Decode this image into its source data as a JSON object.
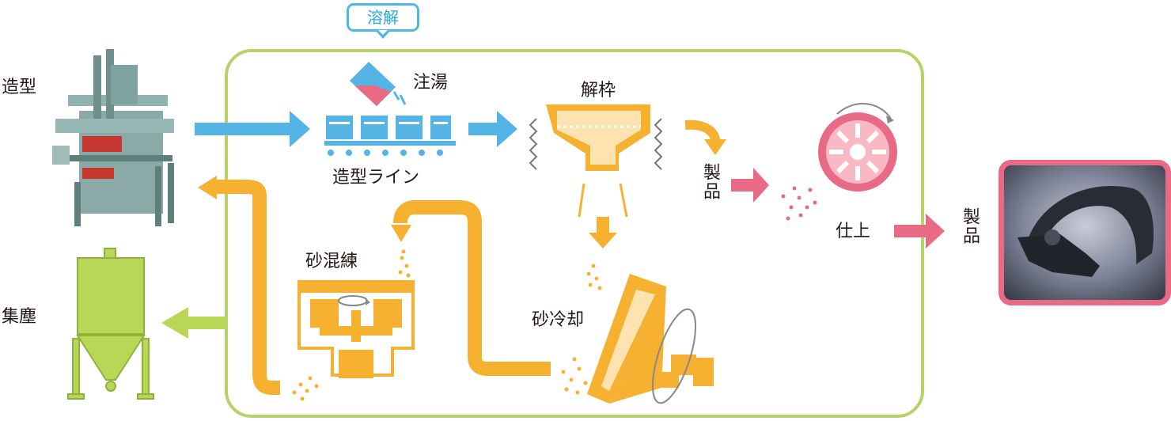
{
  "bubble": {
    "label": "溶解"
  },
  "labels": {
    "zokei": "造型",
    "shujin": "集塵",
    "chuto": "注湯",
    "zokei_line": "造型ライン",
    "kaiwaku": "解枠",
    "seihin_mid": "製品",
    "shiage": "仕上",
    "seihin_end": "製品",
    "suna_konren": "砂混練",
    "suna_reikyaku": "砂冷却"
  },
  "colors": {
    "blue": "#55b4e6",
    "orange": "#f6b130",
    "light_orange": "#fde3b0",
    "green_frame": "#b6d36a",
    "green_fill": "#b8d757",
    "pink": "#e96a84",
    "machine": "#7fa3a0"
  },
  "icons": [
    "ladle-icon",
    "conveyor-icon",
    "shakeout-icon",
    "shot-blast-icon",
    "mixer-icon",
    "cooler-icon",
    "dust-collector-icon",
    "molding-machine-icon",
    "product-photo"
  ]
}
